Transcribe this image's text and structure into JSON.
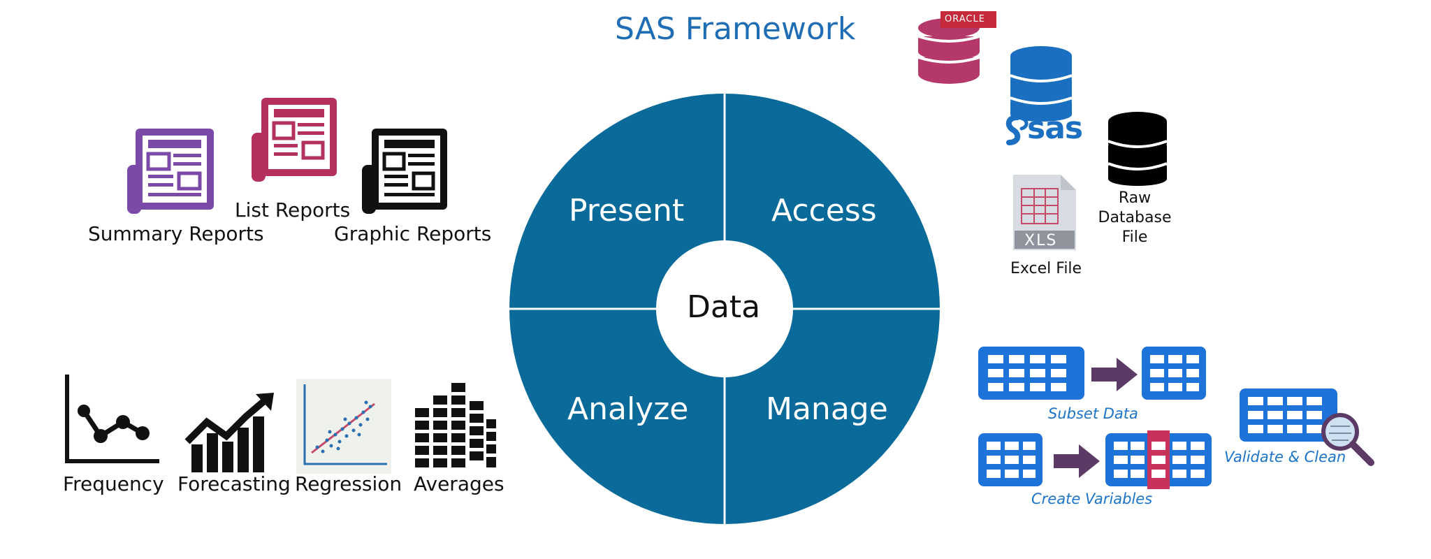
{
  "title": "SAS Framework",
  "wheel": {
    "center": "Data",
    "quadrants": [
      "Present",
      "Access",
      "Analyze",
      "Manage"
    ],
    "color": "#0a6a9a"
  },
  "reports": {
    "summary": "Summary  Reports",
    "list": "List Reports",
    "graphic": "Graphic Reports"
  },
  "analysis": [
    "Frequency",
    "Forecasting",
    "Regression",
    "Averages"
  ],
  "sources": {
    "oracle_badge": "ORACLE",
    "sas_logo": "sas",
    "excel_badge": "XLS",
    "raw_db": "Raw Database File",
    "excel": "Excel File"
  },
  "manage": {
    "subset": "Subset Data",
    "create": "Create Variables",
    "validate": "Validate & Clean"
  },
  "colors": {
    "title": "#1f6db5",
    "purple": "#7b4aa8",
    "crimson": "#b3305f",
    "table_blue": "#1e73d8",
    "arrow": "#5b3a66"
  }
}
